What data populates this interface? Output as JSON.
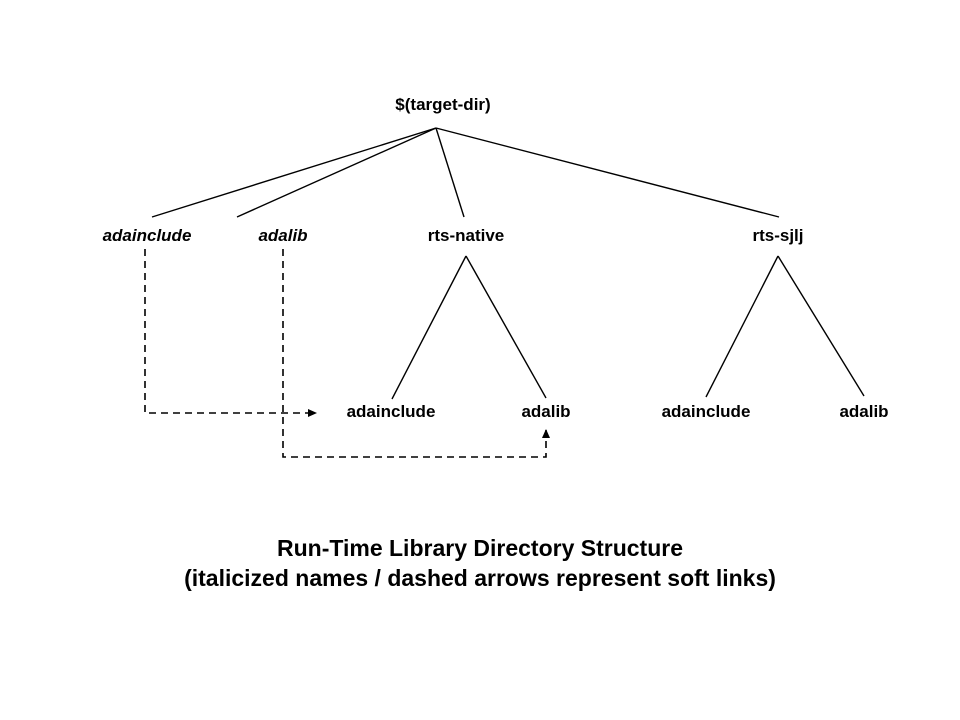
{
  "diagram": {
    "title": "Run-Time Library Directory Structure",
    "caption_line1": "Run-Time Library Directory Structure",
    "caption_line2": "(italicized names / dashed arrows represent soft links)",
    "line_color": "#000000",
    "background_color": "#ffffff",
    "text_color": "#000000",
    "nodes": {
      "root": {
        "label": "$(target-dir)",
        "style": "bold"
      },
      "level1": [
        {
          "label": "adainclude",
          "style": "bold-italic"
        },
        {
          "label": "adalib",
          "style": "bold-italic"
        },
        {
          "label": "rts-native",
          "style": "bold"
        },
        {
          "label": "rts-sjlj",
          "style": "bold"
        }
      ],
      "rts_native_children": [
        {
          "label": "adainclude",
          "style": "bold"
        },
        {
          "label": "adalib",
          "style": "bold"
        }
      ],
      "rts_sjlj_children": [
        {
          "label": "adainclude",
          "style": "bold"
        },
        {
          "label": "adalib",
          "style": "bold"
        }
      ]
    },
    "soft_links": [
      {
        "from": "adainclude",
        "to": "rts-native/adainclude",
        "arrow": "right"
      },
      {
        "from": "adalib",
        "to": "rts-native/adalib",
        "arrow": "up"
      }
    ]
  }
}
